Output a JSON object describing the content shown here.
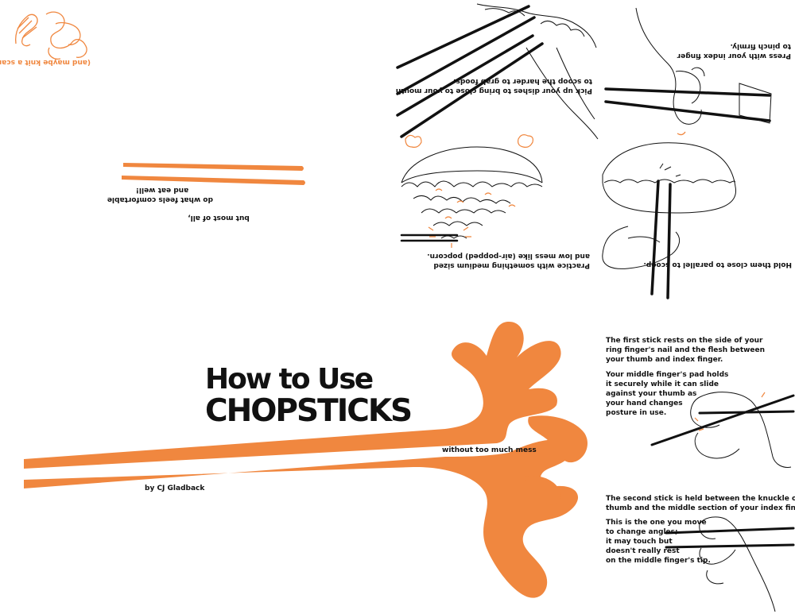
{
  "colors": {
    "accent": "#f0873f",
    "ink": "#111111",
    "background": "#ffffff"
  },
  "cover": {
    "title_line1": "How to Use",
    "title_line2": "CHOPSTICKS",
    "subtitle": "without too much mess",
    "byline": "by CJ Gladback"
  },
  "top_left": {
    "scarf_note": "(and maybe knit a scarf!)",
    "closing_line1": "but most of all,",
    "closing_line2": "do what feels comfortable",
    "closing_line3": "and eat well!"
  },
  "tips": {
    "pick_up_line1": "Pick up your dishes to bring close to your mouth",
    "pick_up_line2": "to scoop the harder to grab foods.",
    "press_line1": "Press with your index finger",
    "press_line2": "to pinch firmly.",
    "practice_line1": "Practice with something medium sized",
    "practice_line2": "and low mess like (air-popped) popcorn.",
    "hold_line": "Hold them close to parallel to scoop."
  },
  "instructions": {
    "first_stick": [
      "The first stick rests on the side of your",
      "ring finger's nail and the flesh between",
      "your thumb and index finger."
    ],
    "middle_finger": [
      "Your middle finger's pad holds",
      "it securely while it can slide",
      "against your thumb as",
      "your hand changes",
      "posture in use."
    ],
    "second_stick": [
      "The second stick is held between the knuckle of your",
      "thumb and the middle section of your index finger."
    ],
    "move_stick": [
      "This is the one you move",
      "to change angles;",
      "it may touch but",
      "doesn't really rest",
      "on the middle finger's tip."
    ]
  }
}
